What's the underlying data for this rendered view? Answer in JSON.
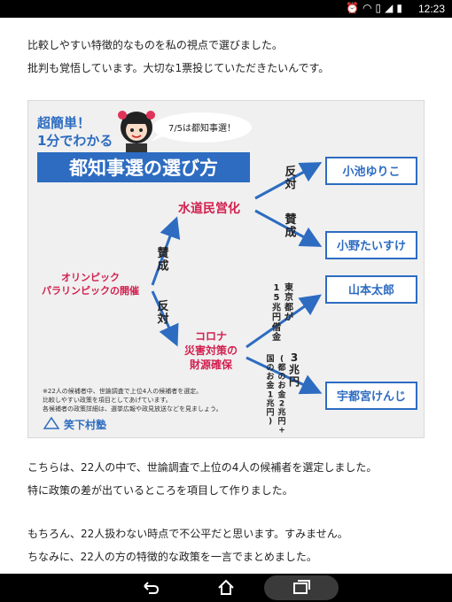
{
  "status_bar": {
    "time": "12:23",
    "icons": [
      "alarm-icon",
      "wifi-icon",
      "sim-icon",
      "signal-icon",
      "battery-icon"
    ]
  },
  "article": {
    "intro_1": "比較しやすい特徴的なものを私の視点で選びました。",
    "intro_2": "批判も覚悟しています。大切な1票投じていただきたいんです。",
    "body_1": "こちらは、22人の中で、世論調査で上位の4人の候補者を選定しました。",
    "body_2": "特に政策の差が出ているところを項目して作りました。",
    "body_3": "もちろん、22人扱わない時点で不公平だと思います。すみません。",
    "body_4": "ちなみに、22人の方の特徴的な政策を一言でまとめました。"
  },
  "infographic": {
    "tagline_1": "超簡単！",
    "tagline_2": "1分でわかる",
    "speech_bubble": "7/5は都知事選！",
    "title": "都知事選の選び方",
    "root_line_1": "オリンピック",
    "root_line_2": "パラリンピックの開催",
    "branch_yes": "賛成",
    "branch_no": "反対",
    "water": "水道民営化",
    "water_no": "反対",
    "water_yes": "賛成",
    "corona_1": "コロナ",
    "corona_2": "災害対策の",
    "corona_3": "財源確保",
    "debt_upper_1": "東京都が",
    "debt_upper_2": "15兆円借金",
    "debt_lower_1": "3兆円",
    "debt_lower_2": "(都のお金2兆円+",
    "debt_lower_3": "国のお金1兆円)",
    "candidates": [
      "小池ゆりこ",
      "小野たいすけ",
      "山本太郎",
      "宇都宮けんじ"
    ],
    "notes": [
      "※22人の候補者中、世論調査で上位4人の候補者を選定。",
      "比較しやすい政策を項目としてあげています。",
      "各候補者の政策詳細は、選挙広報や政見放送などを見ましょう。"
    ],
    "logo": "笑下村塾",
    "colors": {
      "title_bg": "#2d6cc1",
      "accent_red": "#d2204f",
      "arrow_blue": "#2d6cc1",
      "card_bg": "#f0f0f0"
    }
  },
  "nav_bar": {
    "buttons": [
      "back-icon",
      "home-icon",
      "recent-apps-icon"
    ]
  }
}
